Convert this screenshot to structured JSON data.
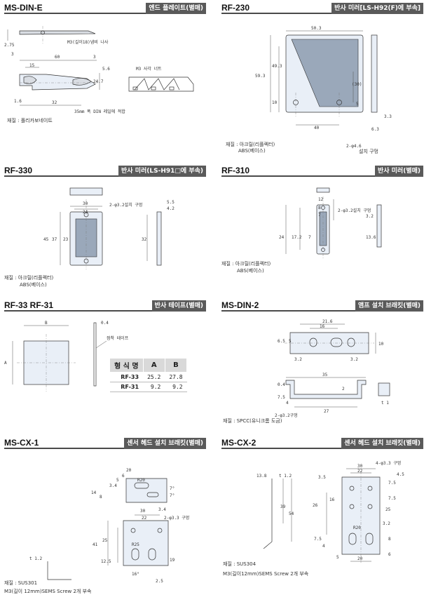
{
  "panels": {
    "ms_din_e": {
      "name": "MS-DIN-E",
      "tag": "엔드 플레이트(별매)",
      "dims": [
        "2.75",
        "3",
        "15",
        "60",
        "3",
        "5.6",
        "24.7",
        "1.6",
        "32"
      ],
      "labels": [
        "M3(길이18)냄비 나사",
        "M3 사각 너트",
        "35mm 폭 DIN 레일에 적합"
      ],
      "material": "재질 : 폴리카보네이트"
    },
    "rf_230": {
      "name": "RF-230",
      "tag": "반사 미러[LS-H92(F)에 부속]",
      "dims": [
        "50.3",
        "49.3",
        "59.3",
        "(30)",
        "10",
        "5",
        "40",
        "3.3",
        "6.3"
      ],
      "labels": [
        "2-φ4.6",
        "설치 구멍"
      ],
      "material": [
        "재질 : 아크릴(리플렉터)",
        "ABS(베이스)"
      ]
    },
    "rf_330": {
      "name": "RF-330",
      "tag": "반사 미러(LS-H91□에 부속)",
      "dims": [
        "30",
        "24",
        "5.5",
        "4.2",
        "45",
        "37",
        "23",
        "32"
      ],
      "labels": [
        "2-φ3.2설치 구멍"
      ],
      "material": [
        "재질 : 아크릴(리플렉터)",
        "ABS(베이스)"
      ]
    },
    "rf_310": {
      "name": "RF-310",
      "tag": "반사 미러(별매)",
      "dims": [
        "12",
        "8",
        "7",
        "24",
        "17.2",
        "7",
        "3.2",
        "13.6"
      ],
      "labels": [
        "2-φ3.2설치 구멍"
      ],
      "material": [
        "재질 : 아크릴(리플렉터)",
        "ABS(베이스)"
      ]
    },
    "rf_33_31": {
      "name": "RF-33  RF-31",
      "tag": "반사 테이프(별매)",
      "dims": [
        "B",
        "A",
        "0.4"
      ],
      "labels": [
        "점착 테이프"
      ],
      "table": {
        "headers": [
          "형 식 명",
          "A",
          "B"
        ],
        "rows": [
          [
            "RF-33",
            "25.2",
            "27.8"
          ],
          [
            "RF-31",
            "9.2",
            "9.2"
          ]
        ]
      }
    },
    "ms_din_2": {
      "name": "MS-DIN-2",
      "tag": "앰프 설치 브래킷(별매)",
      "dims": [
        "21.6",
        "16",
        "6.5",
        "5",
        "10",
        "3.2",
        "3.2",
        "35",
        "0.4",
        "2",
        "7.5",
        "4",
        "27",
        "t 1"
      ],
      "labels": [
        "2-φ3.2구멍"
      ],
      "material": "재질 : SPCC(유니크롬 도금)"
    },
    "ms_cx_1": {
      "name": "MS-CX-1",
      "tag": "센서 헤드 설치 브래킷(별매)",
      "dims": [
        "20",
        "6",
        "5",
        "3.4",
        "R20",
        "14",
        "8",
        "7°",
        "7°",
        "3.4",
        "30",
        "22",
        "2-φ3.3 구멍",
        "41",
        "25",
        "12.5",
        "R25",
        "16°",
        "19",
        "2.5",
        "t 1.2"
      ],
      "material": "재질 : SUS301",
      "note": "M3(길이 12mm)SEMS Screw 2개 부속"
    },
    "ms_cx_2": {
      "name": "MS-CX-2",
      "tag": "센서 헤드 설치 브래킷(별매)",
      "dims": [
        "13.8",
        "t 1.2",
        "39",
        "54",
        "30",
        "22",
        "4-φ3.3 구멍",
        "4.5",
        "3.5",
        "7.5",
        "26",
        "16",
        "25",
        "7.5",
        "R20",
        "3.2",
        "7.5",
        "4",
        "5",
        "20",
        "6",
        "8"
      ],
      "material": "재질 : SUS304",
      "note": "M3(길이12mm)SEMS Screw 2개 부속"
    }
  }
}
